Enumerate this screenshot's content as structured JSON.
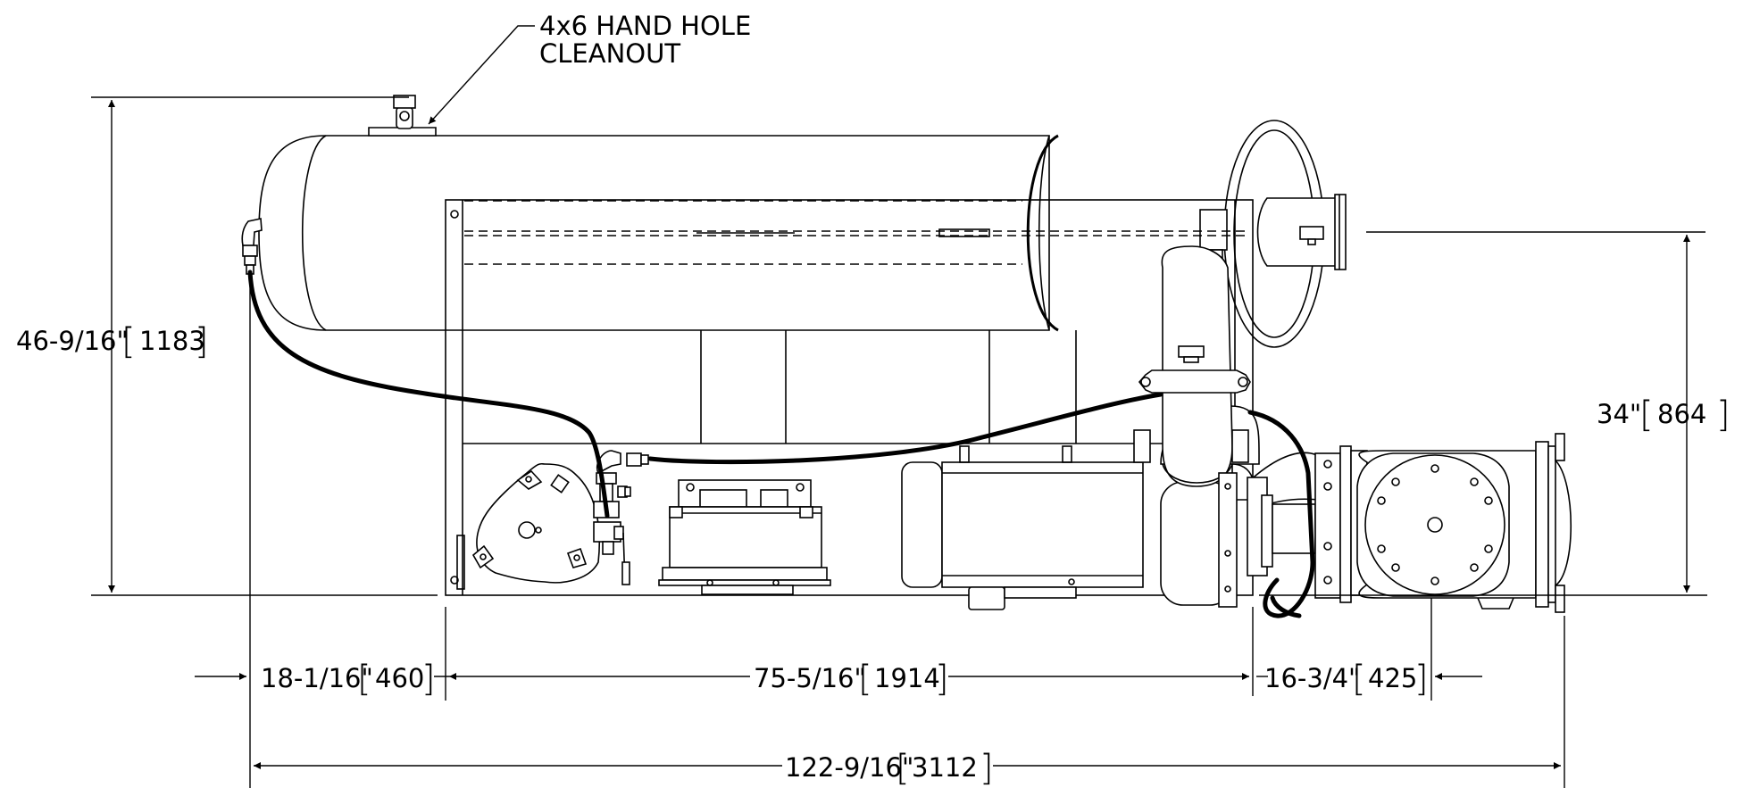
{
  "callout": {
    "line1": "4x6 HAND HOLE",
    "line2": "CLEANOUT"
  },
  "dimensions": {
    "overall_height": {
      "imperial": "46-9/16\"",
      "metric": "1183"
    },
    "outlet_height": {
      "imperial": "34\"",
      "metric": "864"
    },
    "left_offset": {
      "imperial": "18-1/16\"",
      "metric": "460"
    },
    "frame_length": {
      "imperial": "75-5/16\"",
      "metric": "1914"
    },
    "right_offset": {
      "imperial": "16-3/4\"",
      "metric": "425"
    },
    "overall_length": {
      "imperial": "122-9/16\"",
      "metric": "3112"
    }
  }
}
